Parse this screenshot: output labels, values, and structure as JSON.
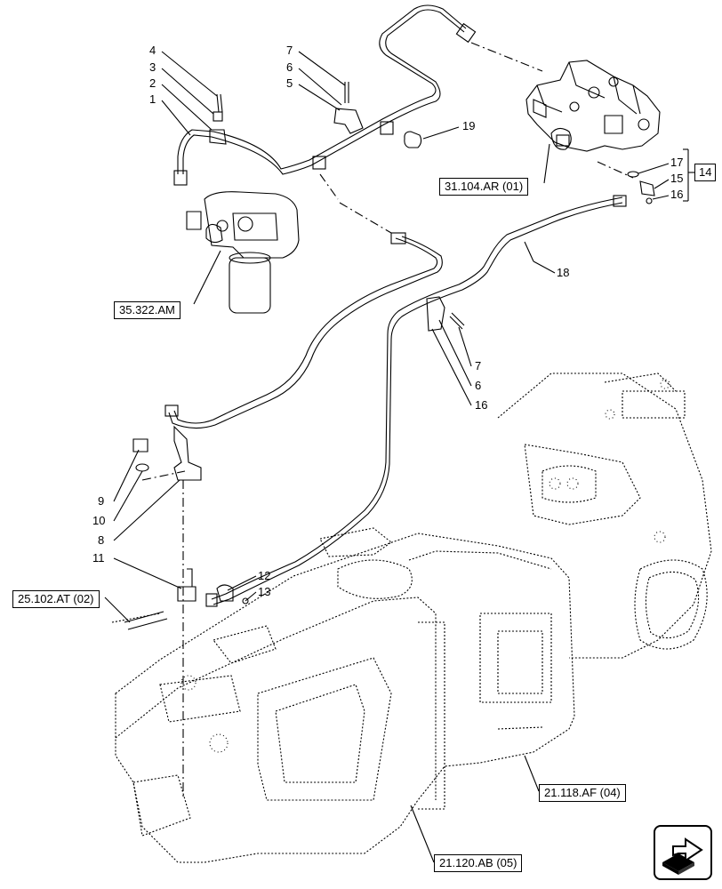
{
  "callouts": {
    "n1": "1",
    "n2": "2",
    "n3": "3",
    "n4": "4",
    "n5": "5",
    "n6a": "6",
    "n7a": "7",
    "n19": "19",
    "n17": "17",
    "n15": "15",
    "n16a": "16",
    "n14": "14",
    "n18": "18",
    "n7b": "7",
    "n6b": "6",
    "n16b": "16",
    "n9": "9",
    "n10": "10",
    "n8": "8",
    "n11": "11",
    "n12": "12",
    "n13": "13"
  },
  "references": {
    "r1": "31.104.AR (01)",
    "r2": "35.322.AM",
    "r3": "25.102.AT (02)",
    "r4": "21.118.AF (04)",
    "r5": "21.120.AB (05)"
  },
  "navigation": {
    "icon": "next-page-arrow-icon"
  }
}
